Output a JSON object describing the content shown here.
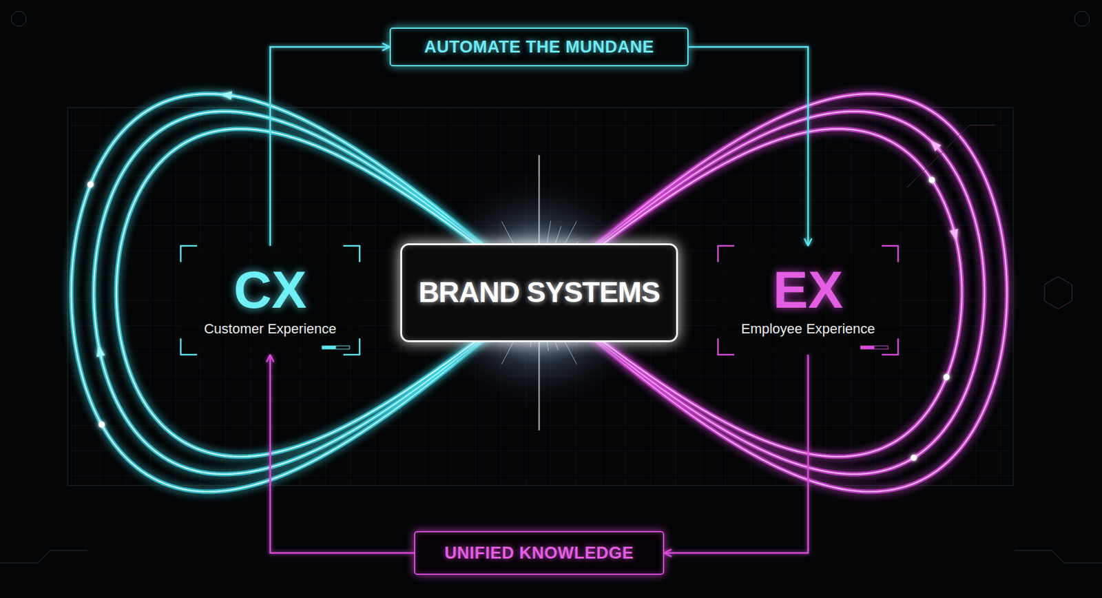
{
  "diagram": {
    "nodes": [
      {
        "text": [
          "AUTOMATE THE MUNDANE"
        ]
      },
      {
        "text": [
          "CX",
          "Customer Experience"
        ]
      },
      {
        "text": [
          "BRAND SYSTEMS"
        ]
      },
      {
        "text": [
          "EX",
          "Employee Experience"
        ]
      },
      {
        "text": [
          "UNIFIED KNOWLEDGE"
        ]
      }
    ],
    "edges": [
      {
        "from": 1,
        "to": 0,
        "arrow": "to"
      },
      {
        "from": 0,
        "to": 3,
        "arrow": "to"
      },
      {
        "from": 3,
        "to": 4,
        "arrow": "to"
      },
      {
        "from": 4,
        "to": 1,
        "arrow": "to"
      }
    ]
  }
}
